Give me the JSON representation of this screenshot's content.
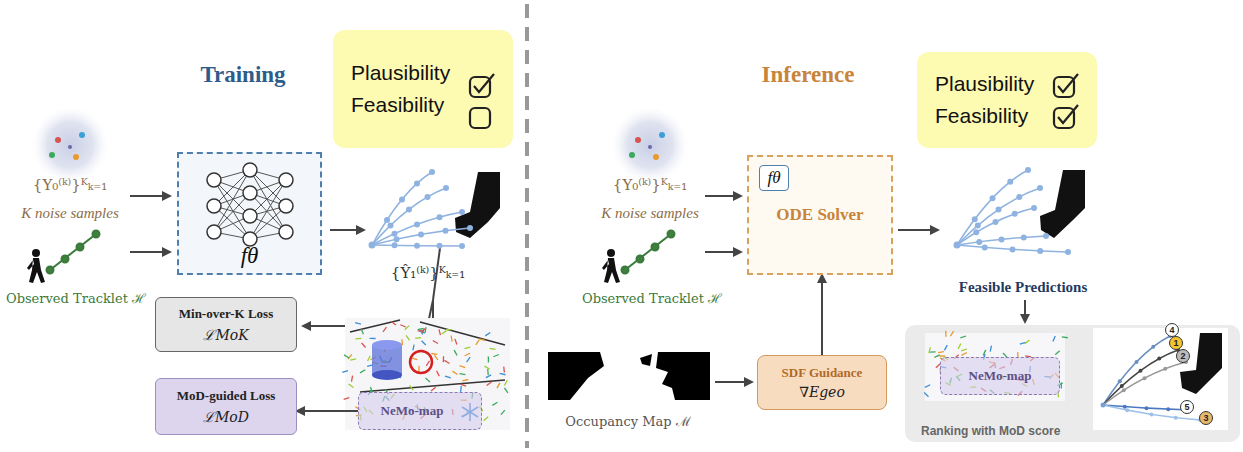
{
  "diagram": {
    "nodes": [
      {
        "text": [
          "Plausibility",
          "Feasibility"
        ]
      },
      {
        "text": [
          "fθ"
        ]
      },
      {
        "text": [
          "Min-over-K Loss",
          "ℒMoK"
        ]
      },
      {
        "text": [
          "MoD-guided Loss",
          "ℒMoD"
        ]
      },
      {
        "text": [
          "NeMo-map"
        ]
      },
      {
        "text": [
          "Plausibility",
          "Feasibility"
        ]
      },
      {
        "text": [
          "ODE Solver"
        ]
      },
      {
        "text": [
          "fθ"
        ],
        "in": 6
      },
      {
        "text": [
          "SDF Guidance",
          "∇Egeo"
        ]
      },
      {
        "text": [
          "Ranking with MoD score"
        ]
      },
      {
        "text": [
          "NeMo-map"
        ],
        "in": 9
      }
    ],
    "edges": [
      {
        "from": 4,
        "to": 3,
        "arrow": "to"
      },
      {
        "from": 8,
        "to": 6,
        "arrow": "to"
      }
    ],
    "labels": [
      "Training",
      "{Y₀⁽ᵏ⁾}ᴷₖ₌₁",
      "K noise samples",
      "Observed Tracklet ℋ",
      "{Ŷ₁⁽ᵏ⁾}ᴷₖ₌₁",
      "Inference",
      "{Y₀⁽ᵏ⁾}ᴷₖ₌₁",
      "K noise samples",
      "Observed Tracklet ℋ",
      "Occupancy Map ℳ",
      "Feasible Predictions",
      "4",
      "1",
      "2",
      "5",
      "3"
    ]
  }
}
